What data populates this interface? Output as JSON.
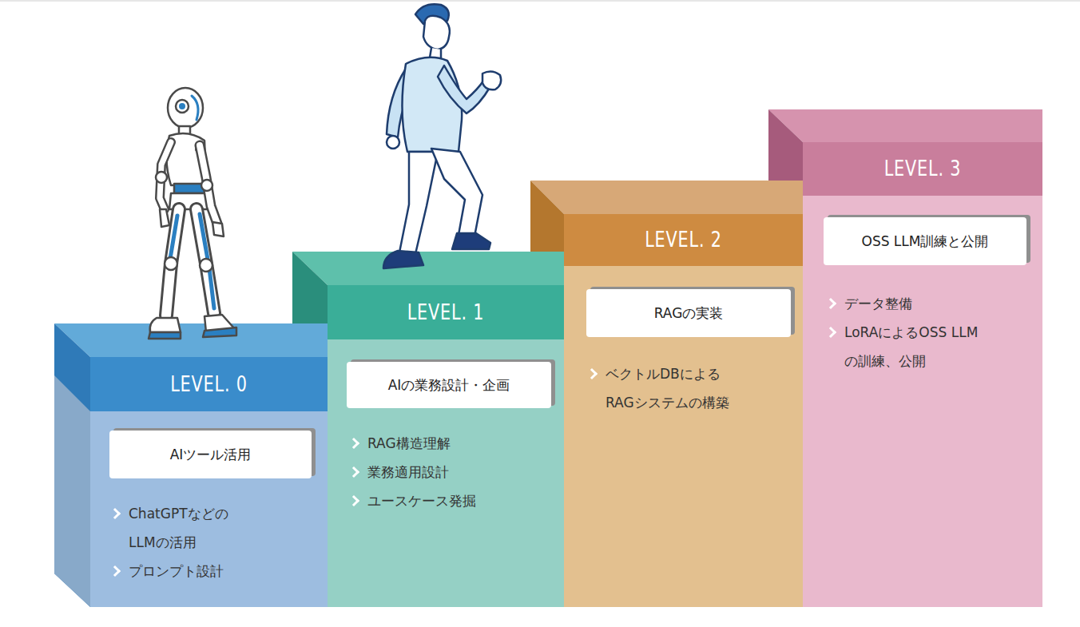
{
  "diagram": {
    "nodes": [
      {
        "text": [
          "LEVEL. 0",
          "ChatGPTなどの LLMの活用",
          "プロンプト設計"
        ]
      },
      {
        "text": [
          "AIツール活用"
        ],
        "in": 0
      },
      {
        "text": [
          "LEVEL. 1",
          "RAG構造理解",
          "業務適用設計",
          "ユースケース発掘"
        ]
      },
      {
        "text": [
          "AIの業務設計・企画"
        ],
        "in": 2
      },
      {
        "text": [
          "LEVEL. 2",
          "ベクトルDBによる RAGシステムの構築"
        ]
      },
      {
        "text": [
          "RAGの実装"
        ],
        "in": 4
      },
      {
        "text": [
          "LEVEL. 3",
          "データ整備",
          "LoRAによるOSS LLM の訓練、公開"
        ]
      },
      {
        "text": [
          "OSS LLM訓練と公開"
        ],
        "in": 6
      }
    ]
  }
}
